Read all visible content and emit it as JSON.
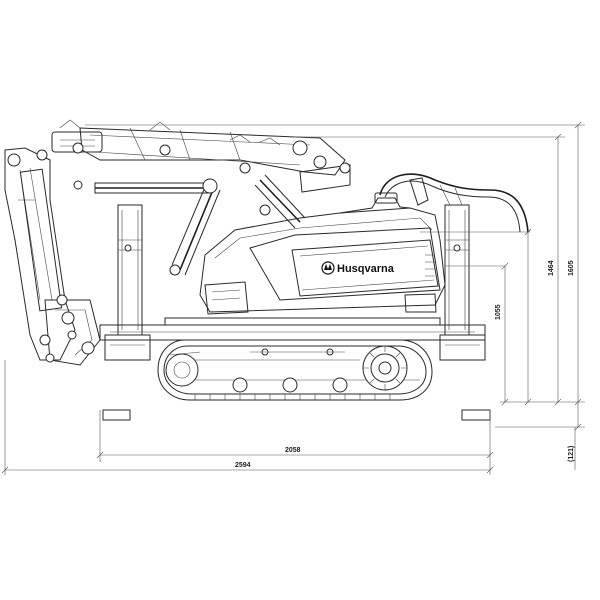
{
  "brand": {
    "name": "Husqvarna",
    "logo_icon": "husqvarna-crown-icon"
  },
  "dimensions": {
    "track_length": "2058",
    "overall_length": "2594",
    "cab_height": "1055",
    "machine_height": "1464",
    "overall_height": "1605",
    "ground_clearance": "(121)"
  },
  "colors": {
    "line": "#2a2a2a",
    "background": "#ffffff"
  }
}
